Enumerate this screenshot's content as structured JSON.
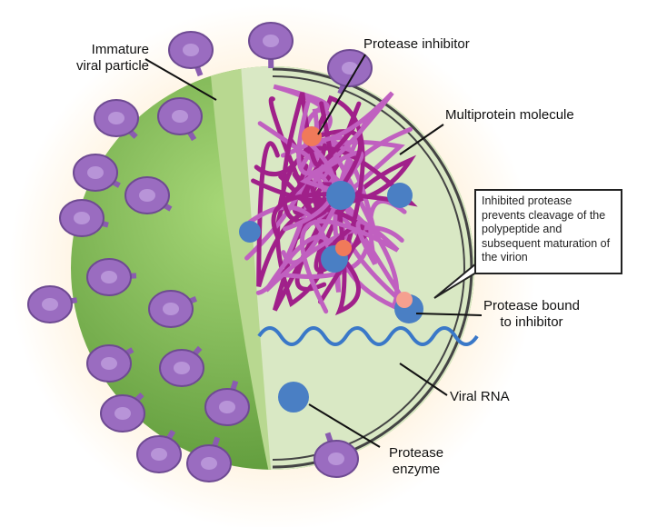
{
  "labels": {
    "immature_particle": [
      "Immature",
      "viral particle"
    ],
    "protease_inhibitor": "Protease inhibitor",
    "multiprotein": "Multiprotein molecule",
    "callout": "Inhibited protease prevents cleavage of the polypeptide and subsequent maturation of the virion",
    "protease_bound": [
      "Protease bound",
      "to inhibitor"
    ],
    "viral_rna": "Viral RNA",
    "protease_enzyme": [
      "Protease",
      "enzyme"
    ]
  },
  "colors": {
    "envelope": "#8cc45a",
    "envelope_dark": "#5e9a3a",
    "interior": "#d9e8c4",
    "spike": "#9a6cc0",
    "polyprotein": "#a0208a",
    "protease": "#4a7fc4",
    "inhibitor": "#f07a5a",
    "rna": "#3a78c8"
  }
}
